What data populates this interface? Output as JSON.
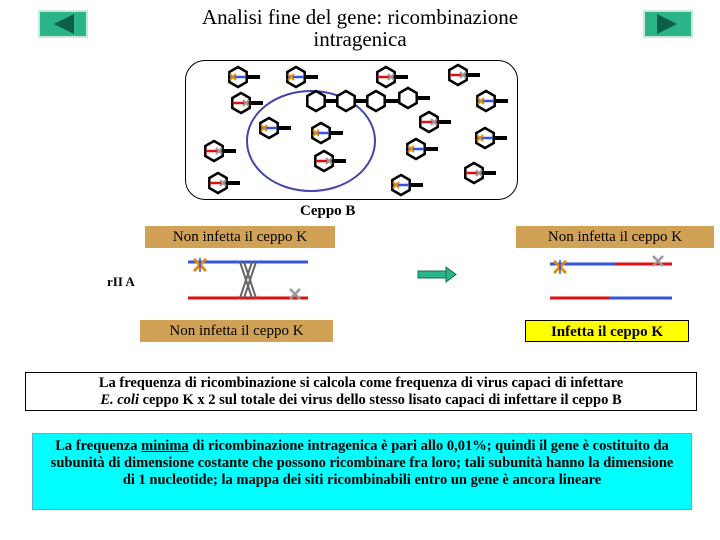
{
  "nav": {
    "prev_icon": "triangle-left-icon",
    "next_icon": "triangle-right-icon",
    "button_color": "#2bb38a"
  },
  "title": {
    "line1": "Analisi fine del gene: ricombinazione",
    "line2": "intragenica"
  },
  "plate": {
    "label": "Ceppo B"
  },
  "cross": {
    "top_left_label": "Non infetta il ceppo K",
    "top_right_label": "Non infetta il ceppo K",
    "bottom_left_label": "Non infetta il ceppo K",
    "bottom_right_label": "Infetta il ceppo K",
    "region_label_prefix": "r",
    "region_label_suffix": "II A",
    "colors": {
      "blue": "#3355dd",
      "red": "#dd1111",
      "tan": "#d1a256",
      "arrow": "#2bb38a"
    }
  },
  "info": {
    "line1": "La frequenza di ricombinazione si calcola come frequenza di virus capaci di infettare",
    "line2_italic": "E. coli",
    "line2_rest": " ceppo K x 2  sul totale dei virus dello stesso lisato capaci di infettare il ceppo B",
    "note_before": "La frequenza ",
    "note_underlined": "minima",
    "note_after": " di ricombinazione intragenica è pari allo 0,01%; quindi il gene è costituito da subunità di dimensione costante che possono ricombinare fra loro; tali subunità hanno la dimensione di 1 nucleotide; la mappa dei siti ricombinabili entro un gene è ancora lineare"
  }
}
